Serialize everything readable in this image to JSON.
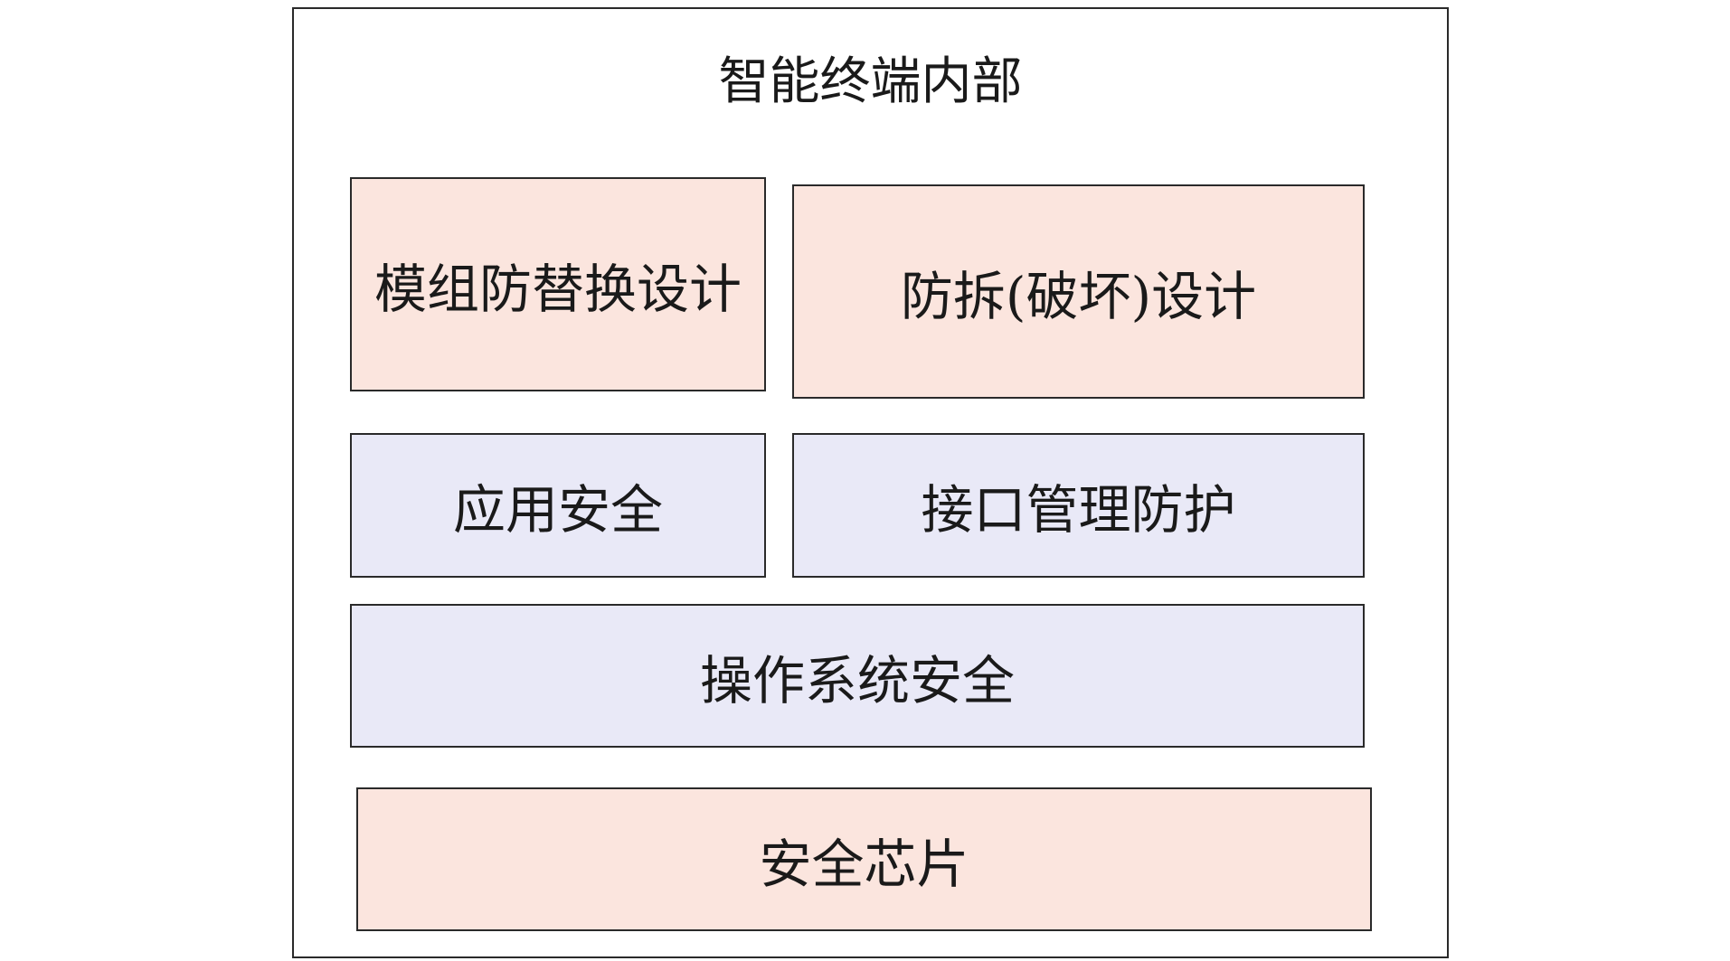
{
  "diagram": {
    "title": "智能终端内部",
    "blocks": {
      "module_replace": "模组防替换设计",
      "anti_tamper": "防拆(破坏)设计",
      "app_security": "应用安全",
      "interface_protection": "接口管理防护",
      "os_security": "操作系统安全",
      "security_chip": "安全芯片"
    },
    "colors": {
      "pink_fill": "#fbe5de",
      "lavender_fill": "#e9e9f7",
      "border": "#2a2a2a"
    }
  }
}
